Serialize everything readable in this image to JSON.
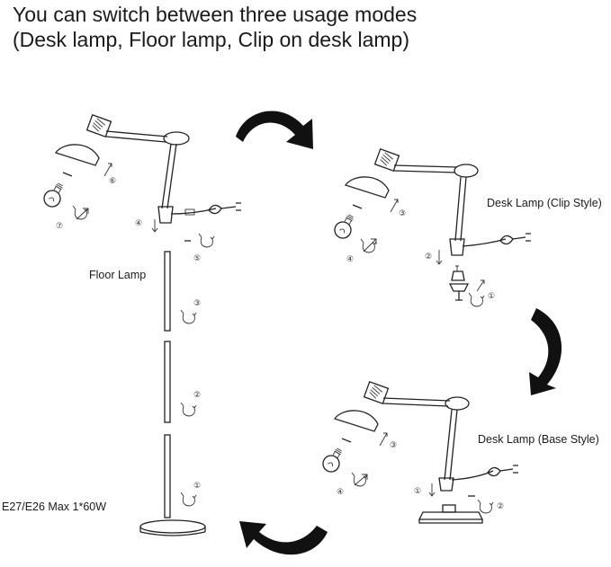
{
  "heading": {
    "line1": "You can switch between three usage modes",
    "line2": "(Desk lamp, Floor lamp, Clip on desk lamp)"
  },
  "labels": {
    "floor_lamp": "Floor Lamp",
    "clip_style": "Desk Lamp (Clip Style)",
    "base_style": "Desk Lamp (Base Style)",
    "bulb_spec": "E27/E26  Max 1*60W"
  },
  "steps": {
    "s1": "①",
    "s2": "②",
    "s3": "③",
    "s4": "④",
    "s5": "⑤",
    "s6": "⑥",
    "s7": "⑦"
  }
}
